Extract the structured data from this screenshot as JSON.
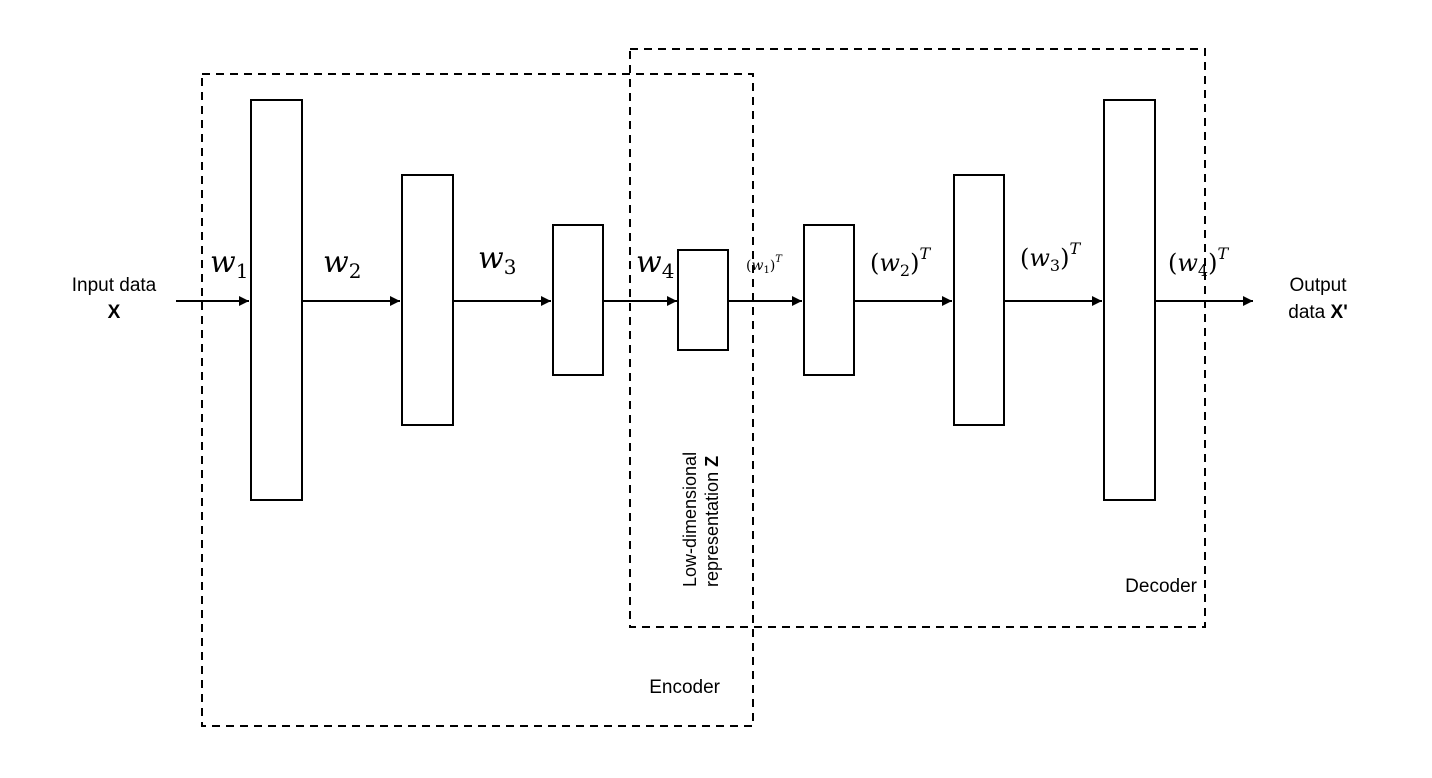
{
  "input": {
    "line1": "Input data",
    "symbol": "X"
  },
  "output": {
    "line1": "Output",
    "line2": "data",
    "symbol": "X'"
  },
  "encoder": {
    "label": "Encoder",
    "weights": [
      {
        "base": "w",
        "sub": "1"
      },
      {
        "base": "w",
        "sub": "2"
      },
      {
        "base": "w",
        "sub": "3"
      },
      {
        "base": "w",
        "sub": "4"
      }
    ]
  },
  "decoder": {
    "label": "Decoder",
    "weights": [
      {
        "base": "w",
        "sub": "1",
        "sup": "T"
      },
      {
        "base": "w",
        "sub": "2",
        "sup": "T"
      },
      {
        "base": "w",
        "sub": "3",
        "sup": "T"
      },
      {
        "base": "w",
        "sub": "4",
        "sup": "T"
      }
    ]
  },
  "latent": {
    "line1": "Low-dimensional",
    "line2": "representation",
    "symbol": "Z"
  }
}
